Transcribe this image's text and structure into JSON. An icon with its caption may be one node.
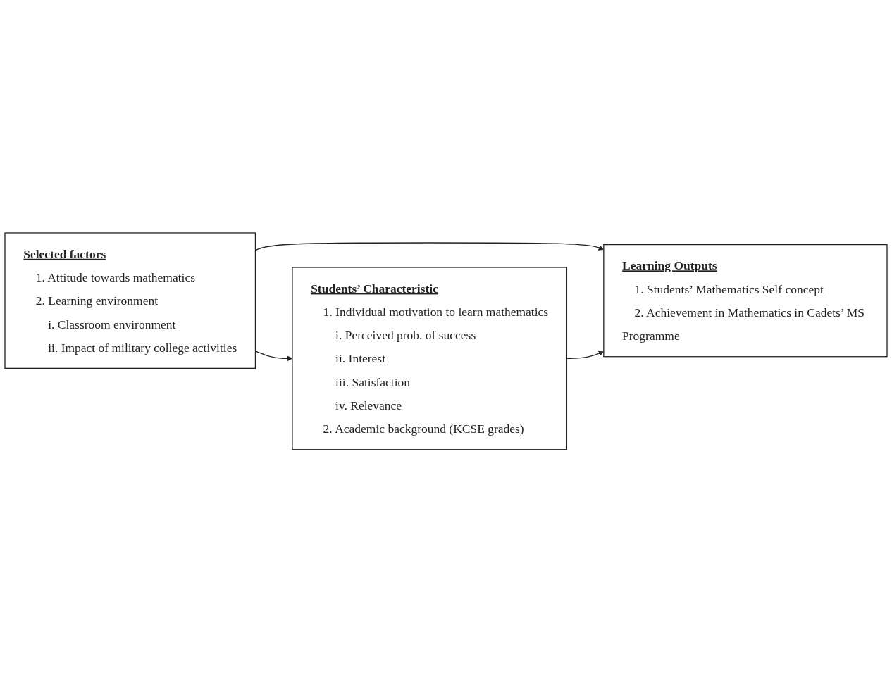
{
  "diagram": {
    "nodes": [
      {
        "text": [
          "Selected factors",
          "1. Attitude towards mathematics",
          "2. Learning environment",
          "i. Classroom environment",
          "ii. Impact of military college activities"
        ]
      },
      {
        "text": [
          "Students’ Characteristic",
          "1. Individual motivation to learn mathematics",
          "i. Perceived prob. of success",
          "ii. Interest",
          "iii. Satisfaction",
          "iv. Relevance",
          "2. Academic background (KCSE grades)"
        ]
      },
      {
        "text": [
          "Learning Outputs",
          "1. Students’ Mathematics Self concept",
          "2. Achievement in Mathematics in Cadets’ MS Programme"
        ]
      }
    ],
    "edges": [
      {
        "from": 0,
        "to": 2,
        "arrow": "to"
      },
      {
        "from": 0,
        "to": 1,
        "arrow": "to"
      },
      {
        "from": 1,
        "to": 2,
        "arrow": "to"
      }
    ]
  }
}
